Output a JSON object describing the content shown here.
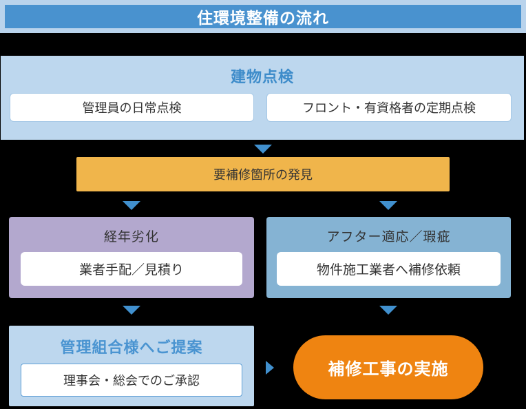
{
  "header": {
    "title": "住環境整備の流れ"
  },
  "building_inspection": {
    "title": "建物点検",
    "daily_check": "管理員の日常点検",
    "periodic_check": "フロント・有資格者の定期点検"
  },
  "discovery": {
    "label": "要補修箇所の発見"
  },
  "aging": {
    "title": "経年劣化",
    "action": "業者手配／見積り"
  },
  "defect": {
    "title": "アフター適応／瑕疵",
    "action": "物件施工業者へ補修依頼"
  },
  "proposal": {
    "title": "管理組合様へご提案",
    "action": "理事会・総会でのご承認"
  },
  "repair": {
    "label": "補修工事の実施"
  },
  "colors": {
    "page_bg": "#000000",
    "frame_light_blue": "#b9d3ec",
    "header_fill": "#4992cf",
    "section_light_blue": "#bdd7ee",
    "section_title_blue": "#3e8cca",
    "proposal_title_blue": "#4a94d1",
    "white_box_border_light": "#a5c8e6",
    "white_box_border_strong": "#5f9fd6",
    "discovery_amber": "#f0b54b",
    "aging_purple": "#b3a8ce",
    "defect_steel_blue": "#85b3d3",
    "repair_orange": "#ef8411",
    "arrow_blue": "#4190ce",
    "dark_text": "#333333"
  }
}
